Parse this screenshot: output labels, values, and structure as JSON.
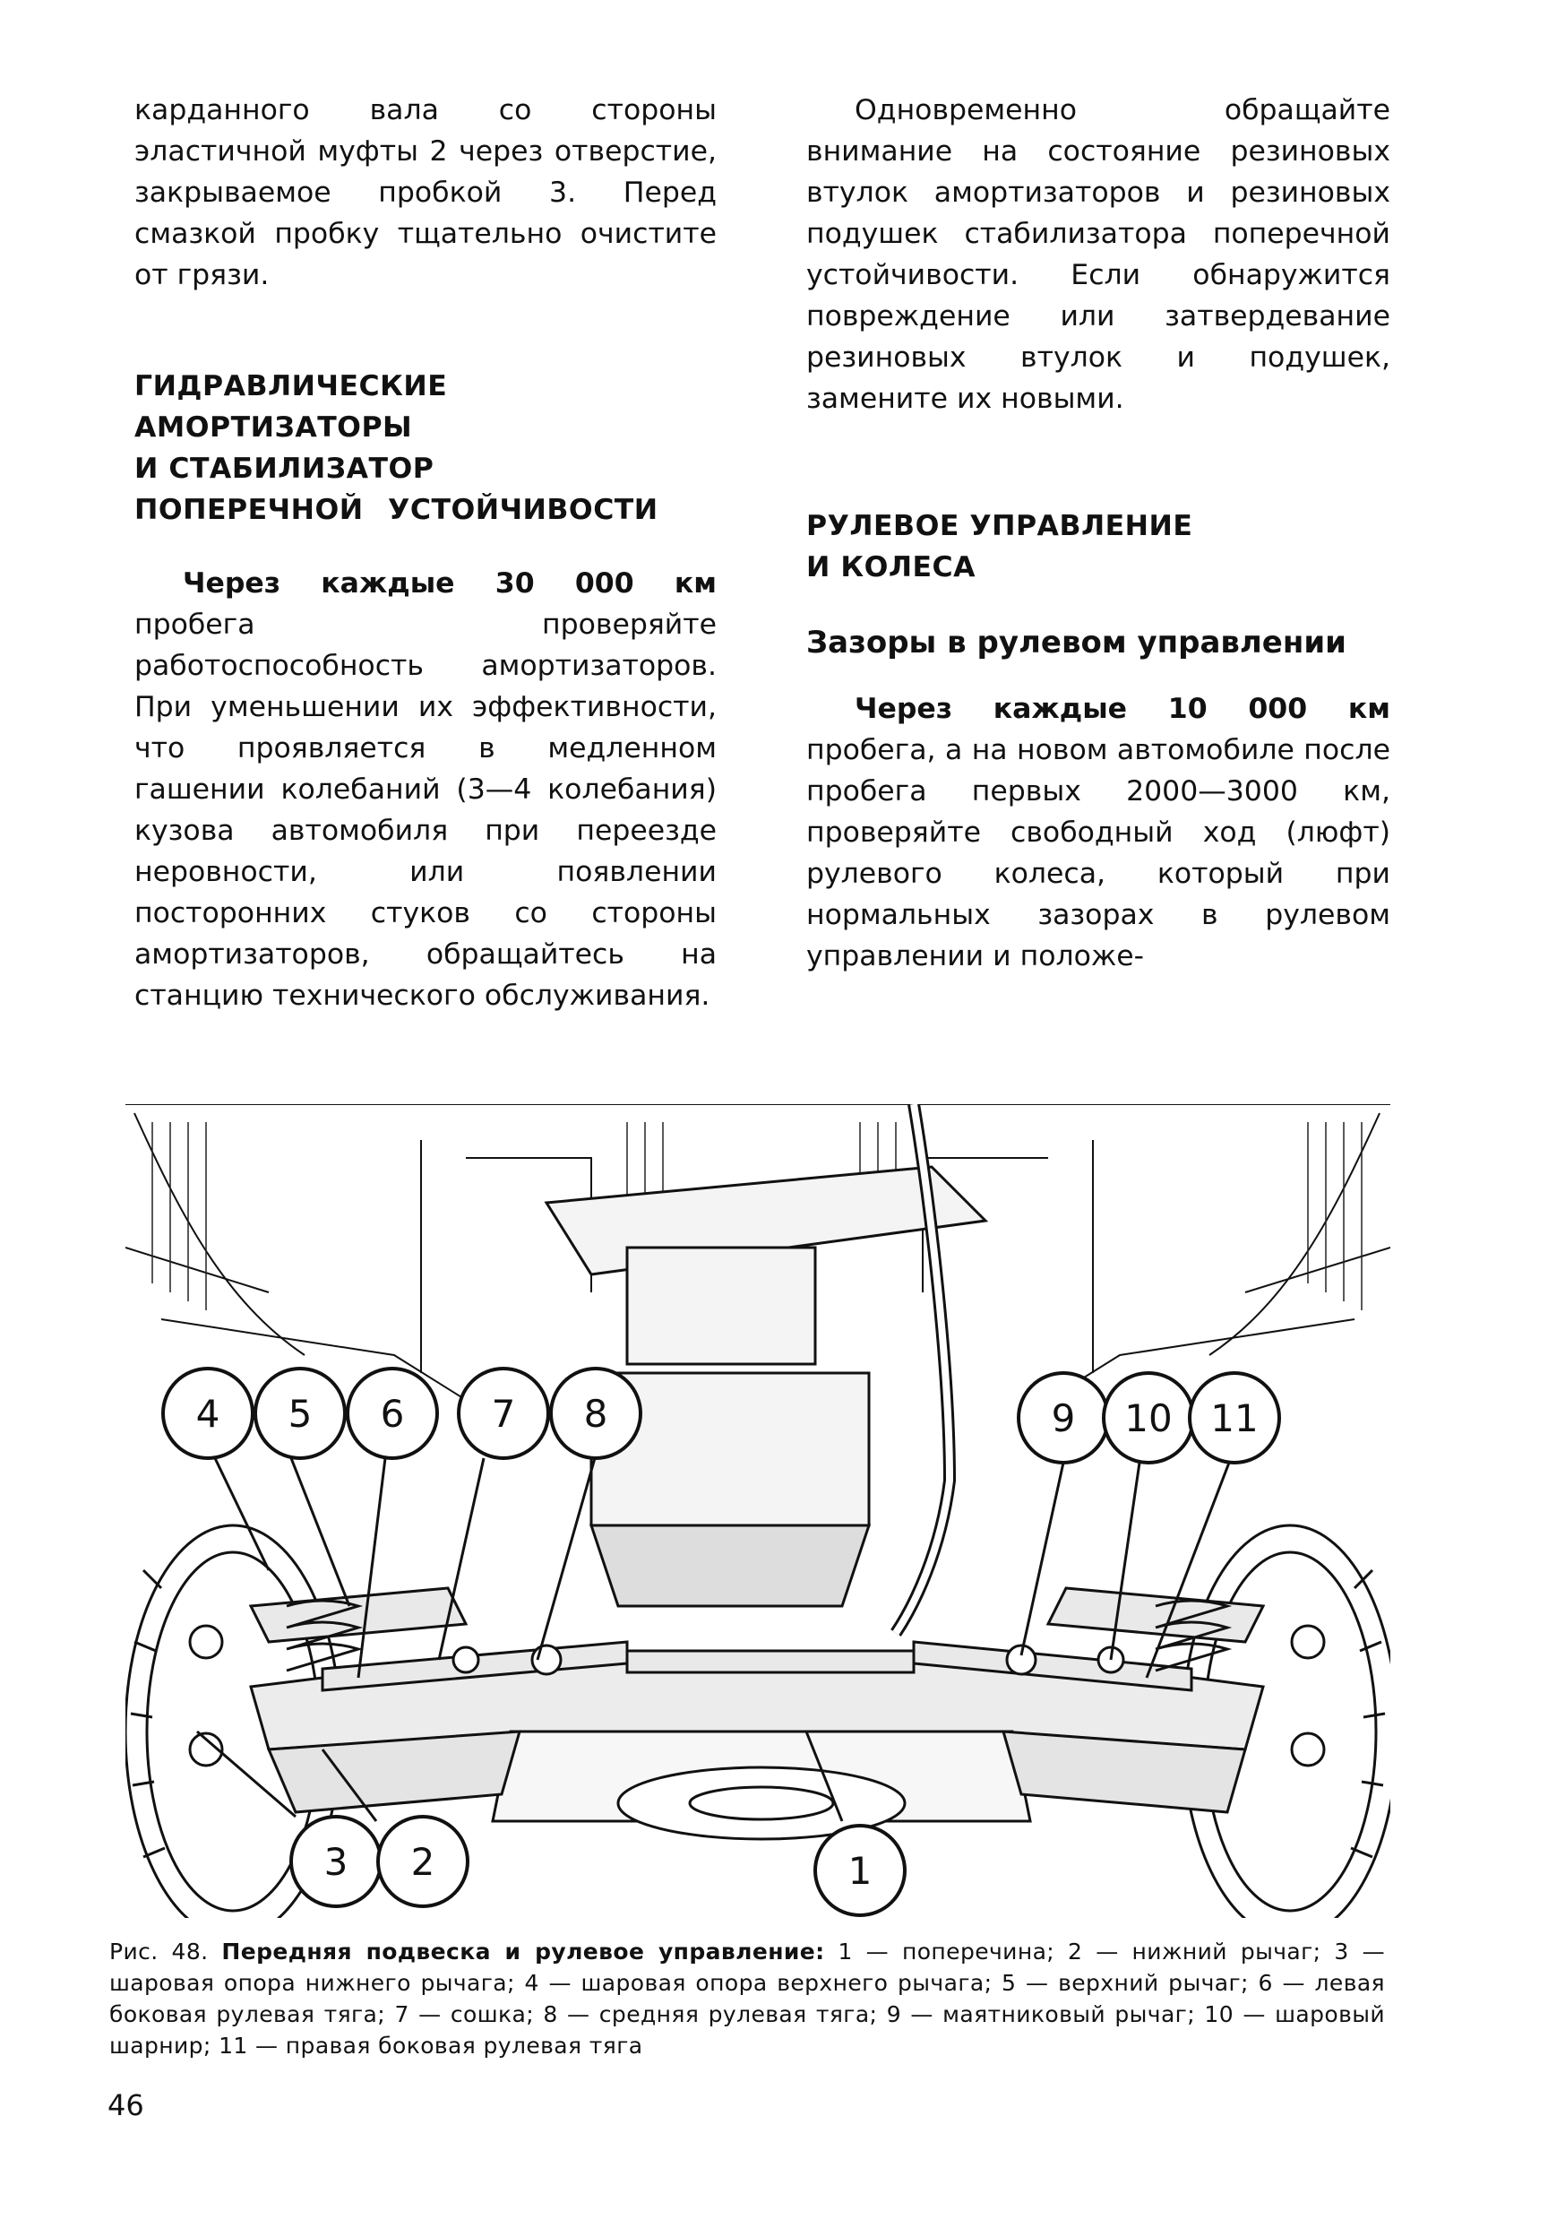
{
  "left_column": {
    "continuation": "карданного вала со стороны эластичной муфты 2 через отверстие, закрываемое пробкой 3. Перед смазкой пробку тщательно очистите от грязи.",
    "heading_lines": [
      "ГИДРАВЛИЧЕСКИЕ",
      "АМОРТИЗАТОРЫ",
      "И СТАБИЛИЗАТОР",
      "ПОПЕРЕЧНОЙ УСТОЙЧИВОСТИ"
    ],
    "paragraph_lead": "Через каждые 30 000 км",
    "paragraph_text": " пробега проверяйте работоспособность амортизаторов. При уменьшении их эффективности, что проявляется в медленном гашении колебаний (3—4 колебания) кузова автомобиля при переезде неровности, или появлении посторонних стуков со стороны амортизаторов, обращайтесь на станцию технического обслуживания."
  },
  "right_column": {
    "paragraph": "Одновременно обращайте внимание на состояние резиновых втулок амортизаторов и резиновых подушек стабилизатора поперечной устойчивости. Если обнаружится повреждение или затвердевание резиновых втулок и подушек, замените их новыми.",
    "heading_lines": [
      "РУЛЕВОЕ УПРАВЛЕНИЕ",
      "И КОЛЕСА"
    ],
    "subheading": "Зазоры в рулевом управлении",
    "paragraph_lead": "Через каждые 10 000 км",
    "paragraph_text": " пробега, а на новом автомобиле после пробега первых 2000—3000 км, проверяйте свободный ход (люфт) рулевого колеса, который при нормальных зазорах в рулевом управлении и положе-"
  },
  "figure": {
    "callouts": [
      "4",
      "5",
      "6",
      "7",
      "8",
      "9",
      "10",
      "11",
      "3",
      "2",
      "1"
    ]
  },
  "caption": {
    "prefix": "Рис. 48. ",
    "title": "Передняя подвеска и рулевое управление:",
    "text": " 1 — поперечина; 2 — нижний рычаг; 3 — шаровая опора нижнего рычага; 4 — шаровая опора верхнего рычага; 5 — верхний рычаг; 6 — левая боковая рулевая тяга; 7 — сошка; 8 — средняя рулевая тяга; 9 — маятниковый рычаг; 10 — шаровый шарнир; 11 — правая боковая рулевая тяга"
  },
  "page_number": "46"
}
